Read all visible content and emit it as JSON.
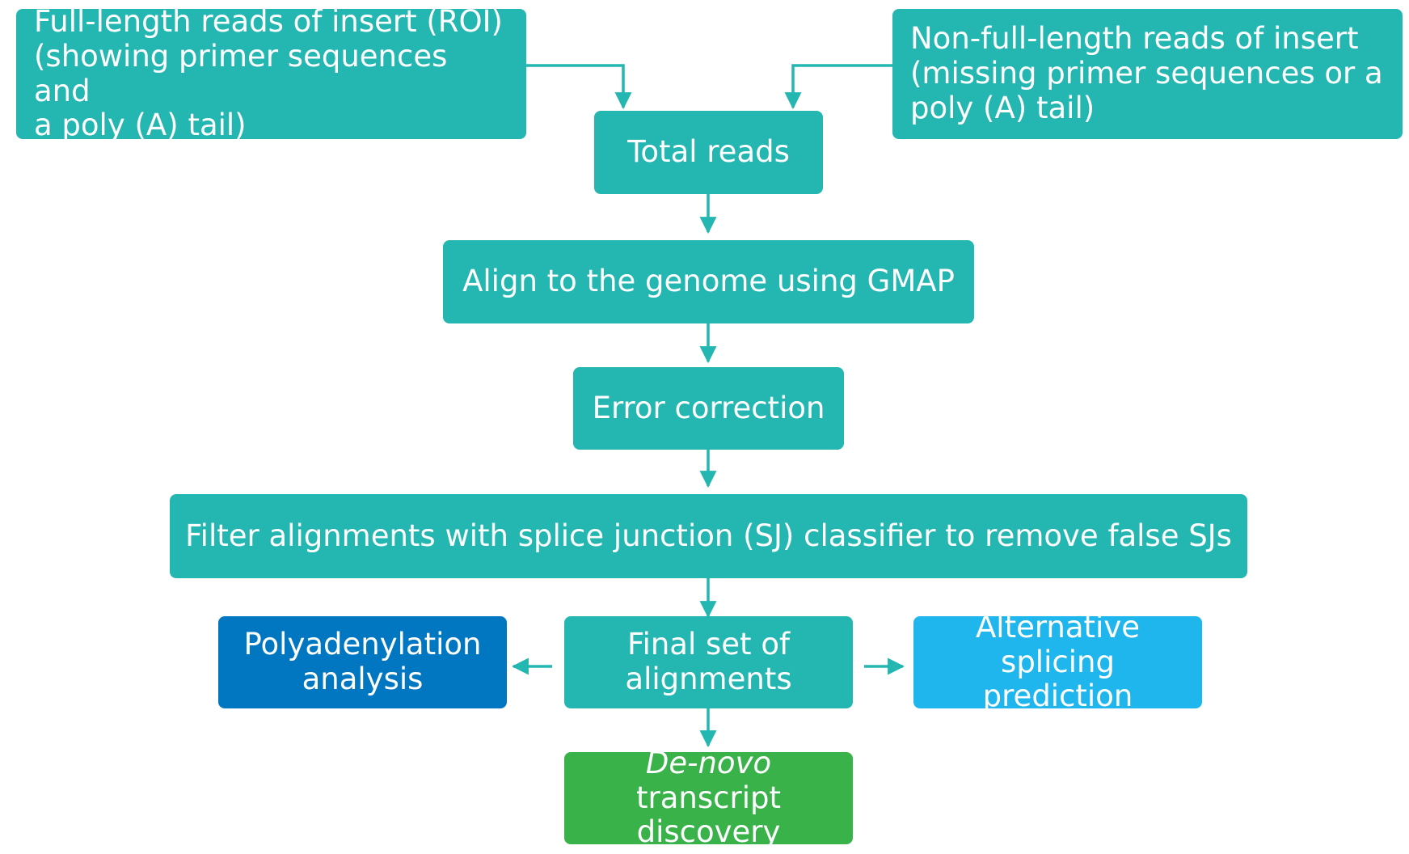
{
  "diagram": {
    "accent_color": "#24b7b2",
    "nodes": {
      "full_length_reads": "Full-length reads of insert (ROI)\n(showing primer sequences and\na poly (A) tail)",
      "non_full_length_reads": "Non-full-length reads of insert\n(missing primer sequences or a\npoly (A) tail)",
      "total_reads": "Total reads",
      "align_genome": "Align to the genome using GMAP",
      "error_correction": "Error correction",
      "filter_alignments": "Filter alignments with splice junction (SJ) classifier to remove false SJs",
      "final_alignments": "Final set of\nalignments",
      "polyadenylation": "Polyadenylation\nanalysis",
      "alternative_splicing": "Alternative\nsplicing prediction",
      "de_novo_italic": "De-novo",
      "de_novo_rest": " transcript\ndiscovery"
    },
    "colors": {
      "teal": "#24b7b2",
      "polyadenylation": "#0277c1",
      "alternative_splicing": "#1eb6ec",
      "de_novo": "#3ab24a"
    }
  }
}
